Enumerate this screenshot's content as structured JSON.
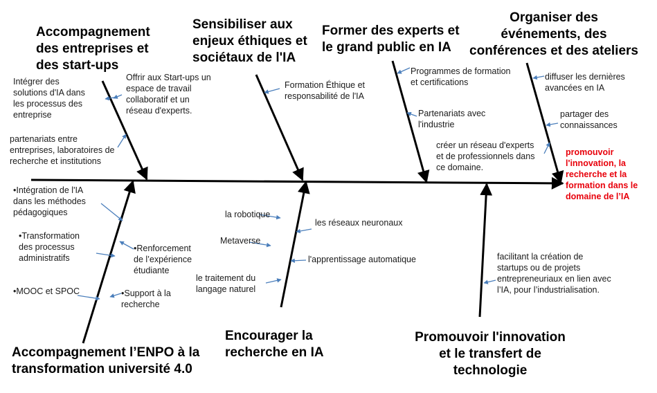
{
  "colors": {
    "spine": "#000000",
    "arrow": "#4a7ebb",
    "effect": "#e8000b"
  },
  "effect": "promouvoir\nl'innovation, la\nrecherche et la\nformation dans le\ndomaine de l’IA",
  "categories": [
    {
      "title": "Accompagnement\ndes entreprises et\ndes start-ups",
      "labels": [
        "Intégrer des\nsolutions d'IA dans\nles processus des\nentreprise",
        "Offrir aux Start-ups un\nespace de travail\ncollaboratif et un\nréseau d'experts.",
        "partenariats entre\nentreprises, laboratoires de\nrecherche et institutions"
      ]
    },
    {
      "title": "Sensibiliser aux\nenjeux éthiques et\nsociétaux de l'IA",
      "labels": [
        "Formation Éthique et\nresponsabilité de l'IA"
      ]
    },
    {
      "title": "Former des experts et\nle grand public en IA",
      "labels": [
        "Programmes de formation\net certifications",
        "Partenariats avec\nl'industrie",
        "créer un réseau d'experts\net de professionnels dans\nce domaine."
      ]
    },
    {
      "title": "Organiser des\névénements, des\nconférences et des ateliers",
      "labels": [
        "diffuser les dernières\navancées en IA",
        "partager des\nconnaissances"
      ]
    },
    {
      "title": "Accompagnement l’ENPO à la\ntransformation université 4.0",
      "labels": [
        "•Intégration de l'IA\ndans les méthodes\npédagogiques",
        "•Transformation\ndes processus\nadministratifs",
        "•Renforcement\nde l’expérience\nétudiante",
        "•MOOC et SPOC",
        "•Support à la\nrecherche"
      ]
    },
    {
      "title": "Encourager la\nrecherche en IA",
      "labels": [
        "la robotique",
        "les réseaux neuronaux",
        "Metaverse",
        "l'apprentissage automatique",
        "le traitement du\nlangage naturel"
      ]
    },
    {
      "title": "Promouvoir l'innovation\net le transfert de\ntechnologie",
      "labels": [
        "facilitant la création de\nstartups ou de projets\nentrepreneuriaux en lien avec\nl’IA, pour l’industrialisation."
      ]
    }
  ]
}
